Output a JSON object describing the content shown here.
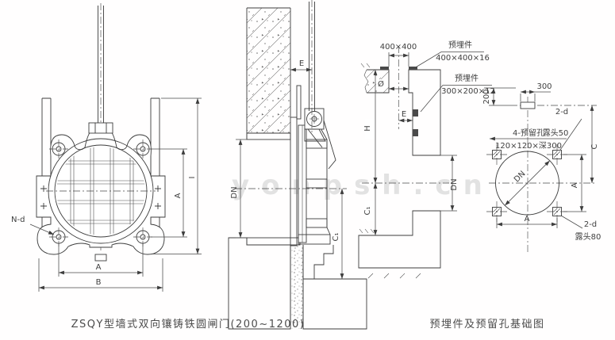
{
  "colors": {
    "line": "#3c3c3c",
    "text": "#3f3f3f",
    "watermark": "#e2e2e2",
    "background": "#ffffff"
  },
  "watermark": "yonpsh.cn",
  "captions": {
    "gate": "ZSQY型墙式双向镶铸铁圆闸门(200~1200)",
    "foundation": "预埋件及预留孔基础图"
  },
  "views": {
    "gate_front": {
      "labels": {
        "n_d": "N-d",
        "a_h": "A",
        "b": "B",
        "a_v": "A",
        "i": "I"
      }
    },
    "wall_section": {
      "labels": {
        "e": "E",
        "dn": "DN",
        "c1": "C₁"
      }
    },
    "foundation_section": {
      "labels": {
        "dim400": "400×400",
        "embed_top_title": "预埋件",
        "embed_top_size": "400×400×16",
        "embed_face_title": "预埋件",
        "embed_face_size": "300×200×12",
        "dia": "Ø",
        "e": "E",
        "h": "H",
        "c1": "C₁",
        "dn": "DN"
      }
    },
    "foundation_front": {
      "labels": {
        "d300": "300",
        "d200": "200",
        "anchor_top_1": "2-d",
        "anchor_top_2": "露头50",
        "holes_1": "4-预留孔",
        "holes_2": "120×120×深300",
        "c": "C",
        "a_v": "A",
        "a_h": "A",
        "dn": "DN",
        "anchor_bot_1": "2-d",
        "anchor_bot_2": "露头80"
      }
    }
  }
}
